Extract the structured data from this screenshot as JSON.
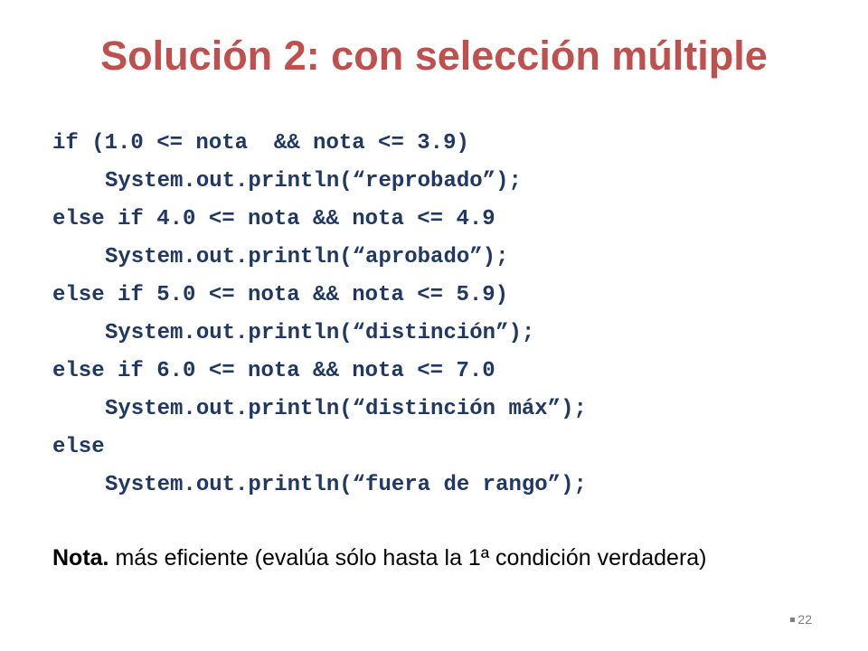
{
  "slide": {
    "title": "Solución 2: con selección múltiple",
    "code_lines": [
      {
        "text": "if (1.0 <= nota  && nota <= 3.9)",
        "indent": false
      },
      {
        "text": "System.out.println(“reprobado”);",
        "indent": true
      },
      {
        "text": "else if 4.0 <= nota && nota <= 4.9",
        "indent": false
      },
      {
        "text": "System.out.println(“aprobado”);",
        "indent": true
      },
      {
        "text": "else if 5.0 <= nota && nota <= 5.9)",
        "indent": false
      },
      {
        "text": "System.out.println(“distinción”);",
        "indent": true
      },
      {
        "text": "else if 6.0 <= nota && nota <= 7.0",
        "indent": false
      },
      {
        "text": "System.out.println(“distinción máx”);",
        "indent": true
      },
      {
        "text": "else",
        "indent": false
      },
      {
        "text": "System.out.println(“fuera de rango”);",
        "indent": true
      }
    ],
    "note": {
      "label": "Nota.",
      "text": " más eficiente (evalúa sólo hasta la 1ª condición verdadera)"
    },
    "page_number": "22",
    "colors": {
      "title": "#c0504d",
      "code": "#1f3864",
      "text": "#000000",
      "page_number": "#7f7f7f"
    }
  }
}
